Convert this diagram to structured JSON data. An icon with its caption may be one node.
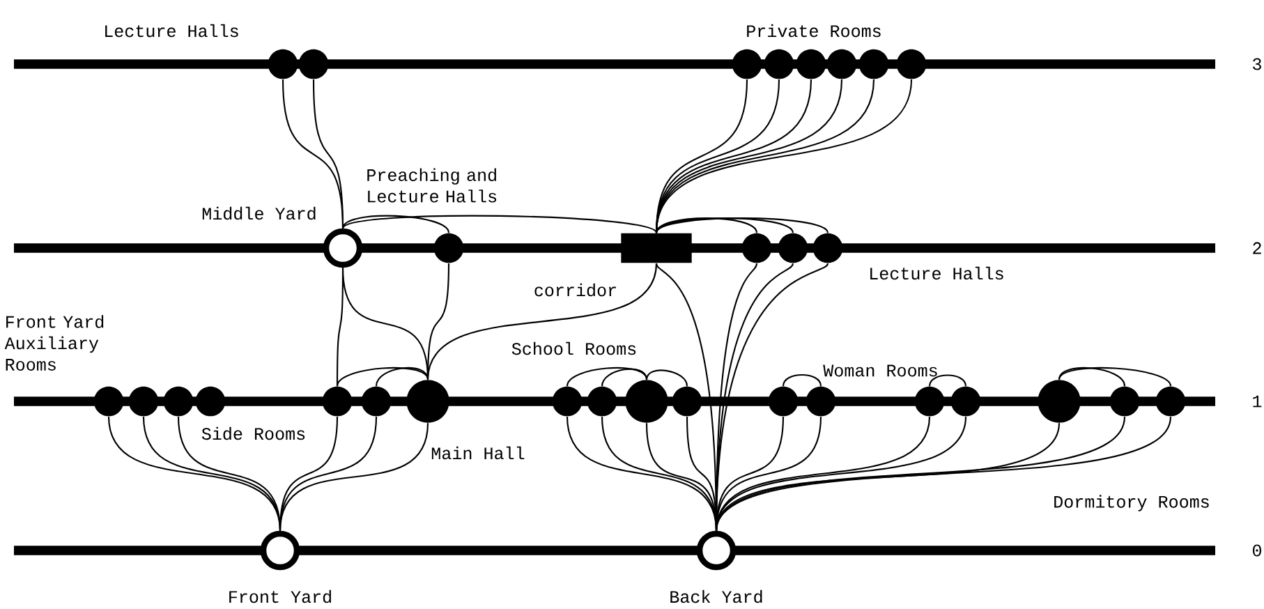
{
  "diagram": {
    "nodes": [
      {
        "text": [],
        "shape": "circle"
      },
      {
        "text": [],
        "shape": "circle"
      },
      {
        "text": [],
        "shape": "circle"
      },
      {
        "text": [],
        "shape": "circle"
      },
      {
        "text": [],
        "shape": "circle"
      },
      {
        "text": [],
        "shape": "circle"
      },
      {
        "text": [],
        "shape": "circle"
      },
      {
        "text": [],
        "shape": "circle"
      },
      {
        "text": [],
        "shape": "circle",
        "beside": [
          "Middle Yard"
        ]
      },
      {
        "text": [],
        "shape": "circle",
        "beside": [
          "Preaching and Lecture Halls"
        ]
      },
      {
        "text": [],
        "shape": "box",
        "beside": [
          "corridor"
        ]
      },
      {
        "text": [],
        "shape": "circle"
      },
      {
        "text": [],
        "shape": "circle"
      },
      {
        "text": [],
        "shape": "circle"
      },
      {
        "text": [],
        "shape": "circle"
      },
      {
        "text": [],
        "shape": "circle"
      },
      {
        "text": [],
        "shape": "circle"
      },
      {
        "text": [],
        "shape": "circle"
      },
      {
        "text": [],
        "shape": "circle"
      },
      {
        "text": [],
        "shape": "circle"
      },
      {
        "text": [],
        "shape": "circle",
        "beside": [
          "Main Hall"
        ]
      },
      {
        "text": [],
        "shape": "circle"
      },
      {
        "text": [],
        "shape": "circle"
      },
      {
        "text": [],
        "shape": "circle"
      },
      {
        "text": [],
        "shape": "circle"
      },
      {
        "text": [],
        "shape": "circle"
      },
      {
        "text": [],
        "shape": "circle"
      },
      {
        "text": [],
        "shape": "circle"
      },
      {
        "text": [],
        "shape": "circle"
      },
      {
        "text": [],
        "shape": "circle"
      },
      {
        "text": [],
        "shape": "circle"
      },
      {
        "text": [],
        "shape": "circle"
      },
      {
        "text": [],
        "shape": "circle",
        "beside": [
          "Front Yard"
        ]
      },
      {
        "text": [],
        "shape": "circle",
        "beside": [
          "Back Yard"
        ]
      }
    ],
    "edges": [
      {
        "from": 0,
        "to": 8,
        "arrow": "none"
      },
      {
        "from": 1,
        "to": 8,
        "arrow": "none"
      },
      {
        "from": 8,
        "to": 9,
        "arrow": "none"
      },
      {
        "from": 8,
        "to": 10,
        "arrow": "none"
      },
      {
        "from": 10,
        "to": 2,
        "arrow": "none"
      },
      {
        "from": 10,
        "to": 3,
        "arrow": "none"
      },
      {
        "from": 10,
        "to": 4,
        "arrow": "none"
      },
      {
        "from": 10,
        "to": 5,
        "arrow": "none"
      },
      {
        "from": 10,
        "to": 6,
        "arrow": "none"
      },
      {
        "from": 10,
        "to": 7,
        "arrow": "none"
      },
      {
        "from": 10,
        "to": 11,
        "arrow": "none"
      },
      {
        "from": 10,
        "to": 12,
        "arrow": "none"
      },
      {
        "from": 10,
        "to": 13,
        "arrow": "none"
      },
      {
        "from": 8,
        "to": 18,
        "arrow": "none"
      },
      {
        "from": 8,
        "to": 20,
        "arrow": "none"
      },
      {
        "from": 9,
        "to": 20,
        "arrow": "none"
      },
      {
        "from": 10,
        "to": 20,
        "arrow": "none"
      },
      {
        "from": 18,
        "to": 20,
        "arrow": "none"
      },
      {
        "from": 19,
        "to": 20,
        "arrow": "none"
      },
      {
        "from": 32,
        "to": 14,
        "arrow": "none"
      },
      {
        "from": 32,
        "to": 15,
        "arrow": "none"
      },
      {
        "from": 32,
        "to": 16,
        "arrow": "none"
      },
      {
        "from": 32,
        "to": 18,
        "arrow": "none"
      },
      {
        "from": 32,
        "to": 19,
        "arrow": "none"
      },
      {
        "from": 32,
        "to": 20,
        "arrow": "none"
      },
      {
        "from": 33,
        "to": 10,
        "arrow": "none"
      },
      {
        "from": 33,
        "to": 11,
        "arrow": "none"
      },
      {
        "from": 33,
        "to": 12,
        "arrow": "none"
      },
      {
        "from": 33,
        "to": 13,
        "arrow": "none"
      },
      {
        "from": 33,
        "to": 21,
        "arrow": "none"
      },
      {
        "from": 33,
        "to": 22,
        "arrow": "none"
      },
      {
        "from": 33,
        "to": 23,
        "arrow": "none"
      },
      {
        "from": 33,
        "to": 24,
        "arrow": "none"
      },
      {
        "from": 33,
        "to": 25,
        "arrow": "none"
      },
      {
        "from": 33,
        "to": 26,
        "arrow": "none"
      },
      {
        "from": 33,
        "to": 27,
        "arrow": "none"
      },
      {
        "from": 33,
        "to": 28,
        "arrow": "none"
      },
      {
        "from": 33,
        "to": 29,
        "arrow": "none"
      },
      {
        "from": 33,
        "to": 30,
        "arrow": "none"
      },
      {
        "from": 33,
        "to": 31,
        "arrow": "none"
      },
      {
        "from": 21,
        "to": 23,
        "arrow": "none"
      },
      {
        "from": 22,
        "to": 23,
        "arrow": "none"
      },
      {
        "from": 23,
        "to": 24,
        "arrow": "none"
      },
      {
        "from": 25,
        "to": 26,
        "arrow": "none"
      },
      {
        "from": 27,
        "to": 28,
        "arrow": "none"
      },
      {
        "from": 29,
        "to": 30,
        "arrow": "none"
      },
      {
        "from": 29,
        "to": 31,
        "arrow": "none"
      }
    ],
    "labels": [
      "Lecture Halls",
      "Private Rooms",
      "3",
      "2",
      "Lecture Halls",
      "Front Yard Auxiliary Rooms",
      "School Rooms",
      "Woman Rooms",
      "1",
      "Side Rooms",
      "Dormitory Rooms",
      "0"
    ]
  }
}
